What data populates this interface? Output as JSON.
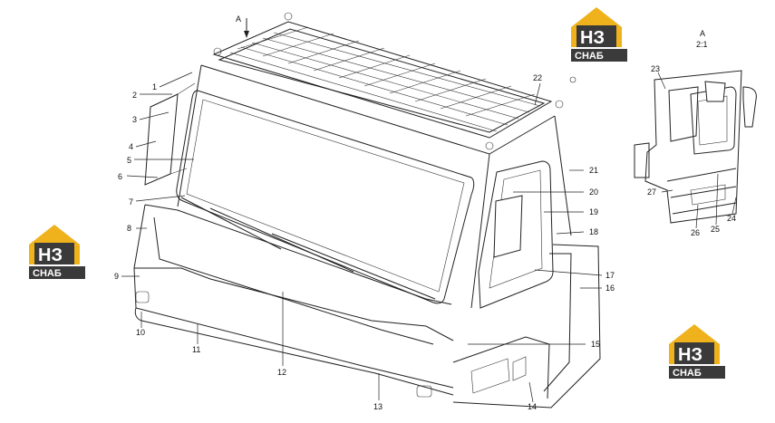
{
  "view_label": "A",
  "detail": {
    "title": "A",
    "scale": "2:1"
  },
  "logo": {
    "mark": "НЗ",
    "text": "СНАБ",
    "colors": {
      "gold": "#f0b21c",
      "dark": "#3a3a3a"
    }
  },
  "callouts": [
    {
      "label": "1"
    },
    {
      "label": "2"
    },
    {
      "label": "3"
    },
    {
      "label": "4"
    },
    {
      "label": "5"
    },
    {
      "label": "6"
    },
    {
      "label": "7"
    },
    {
      "label": "8"
    },
    {
      "label": "9"
    },
    {
      "label": "10"
    },
    {
      "label": "11"
    },
    {
      "label": "12"
    },
    {
      "label": "13"
    },
    {
      "label": "14"
    },
    {
      "label": "15"
    },
    {
      "label": "16"
    },
    {
      "label": "17"
    },
    {
      "label": "18"
    },
    {
      "label": "19"
    },
    {
      "label": "20"
    },
    {
      "label": "21"
    },
    {
      "label": "22"
    },
    {
      "label": "23"
    },
    {
      "label": "24"
    },
    {
      "label": "25"
    },
    {
      "label": "26"
    },
    {
      "label": "27"
    }
  ]
}
